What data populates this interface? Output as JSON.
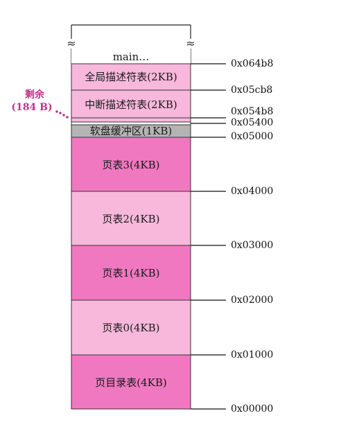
{
  "memory_map": {
    "segments": [
      {
        "key": "main",
        "label": "main…",
        "color": "#ffffff"
      },
      {
        "key": "gdt",
        "label": "全局描述符表(2KB)",
        "color": "#f7b8dc"
      },
      {
        "key": "idt",
        "label": "中断描述符表(2KB)",
        "color": "#f7b8dc"
      },
      {
        "key": "remain",
        "label": "",
        "color": "#f7b8dc"
      },
      {
        "key": "gap",
        "label": "",
        "color": "#ffffff"
      },
      {
        "key": "floppy",
        "label": "软盘缓冲区(1KB)",
        "color": "#b4b4b4"
      },
      {
        "key": "pg3",
        "label": "页表3(4KB)",
        "color": "#f078c0"
      },
      {
        "key": "pg2",
        "label": "页表2(4KB)",
        "color": "#f7b8dc"
      },
      {
        "key": "pg1",
        "label": "页表1(4KB)",
        "color": "#f078c0"
      },
      {
        "key": "pg0",
        "label": "页表0(4KB)",
        "color": "#f7b8dc"
      },
      {
        "key": "pgdir",
        "label": "页目录表(4KB)",
        "color": "#f078c0"
      }
    ],
    "addresses": [
      {
        "key": "a064b8",
        "label": "0x064b8"
      },
      {
        "key": "a05cb8",
        "label": "0x05cb8"
      },
      {
        "key": "a054b8",
        "label": "0x054b8"
      },
      {
        "key": "a05400",
        "label": "0x05400"
      },
      {
        "key": "a05000",
        "label": "0x05000"
      },
      {
        "key": "a04000",
        "label": "0x04000"
      },
      {
        "key": "a03000",
        "label": "0x03000"
      },
      {
        "key": "a02000",
        "label": "0x02000"
      },
      {
        "key": "a01000",
        "label": "0x01000"
      },
      {
        "key": "a00000",
        "label": "0x00000"
      }
    ],
    "remainder_note": {
      "line1": "剩余",
      "line2": "(184 B)"
    },
    "break_symbol": "≈",
    "colors": {
      "dark_pink": "#f078c0",
      "light_pink": "#f7b8dc",
      "gray": "#b4b4b4",
      "annotation": "#c0348c"
    }
  }
}
